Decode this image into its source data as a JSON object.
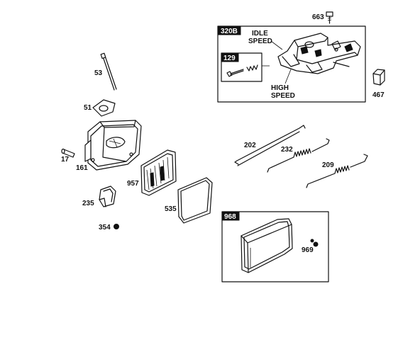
{
  "labels": {
    "p53": "53",
    "p51": "51",
    "p17": "17",
    "p161": "161",
    "p235": "235",
    "p354": "354",
    "p957": "957",
    "p535": "535",
    "p202": "202",
    "p232": "232",
    "p209": "209",
    "p663": "663",
    "p467": "467",
    "p969": "969"
  },
  "boxes": {
    "b320B": "320B",
    "b129": "129",
    "b968": "968"
  },
  "callouts": {
    "idle_1": "IDLE",
    "idle_2": "SPEED",
    "high_1": "HIGH",
    "high_2": "SPEED"
  }
}
